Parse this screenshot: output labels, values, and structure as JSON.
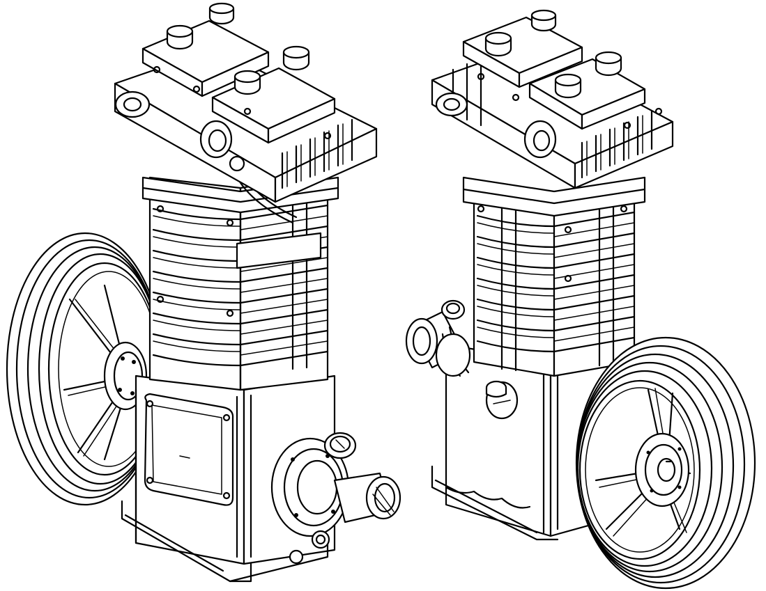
{
  "figure": {
    "background": "#ffffff",
    "line_color": "#000000",
    "views": [
      {
        "id": "left-view",
        "component": "air-compressor-pump",
        "shown_from": "front-left",
        "pulley_side": "left"
      },
      {
        "id": "right-view",
        "component": "air-compressor-pump",
        "shown_from": "rear-right",
        "pulley_side": "right"
      }
    ]
  }
}
